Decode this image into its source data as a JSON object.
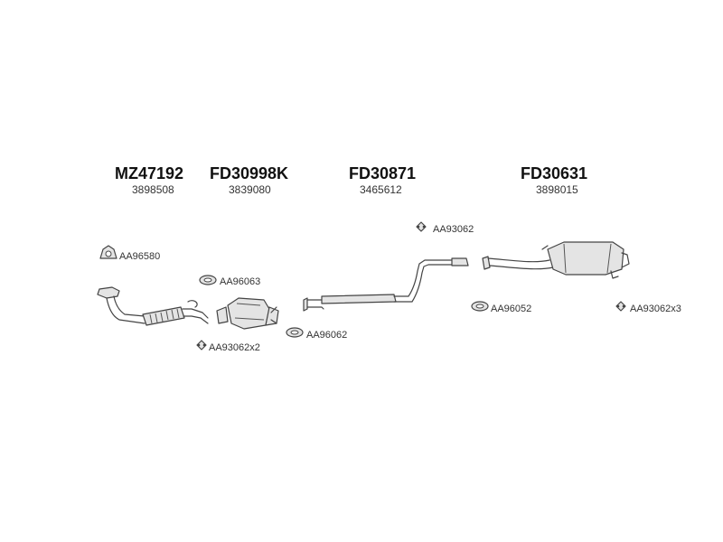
{
  "parts": [
    {
      "code": "MZ47192",
      "oem": "3898508"
    },
    {
      "code": "FD30998K",
      "oem": "3839080"
    },
    {
      "code": "FD30871",
      "oem": "3465612"
    },
    {
      "code": "FD30631",
      "oem": "3898015"
    }
  ],
  "accessories": {
    "a1": "AA96580",
    "a2": "AA96063",
    "a3": "AA93062x2",
    "a4": "AA96062",
    "a5": "AA93062",
    "a6": "AA96052",
    "a7": "AA93062x3"
  }
}
